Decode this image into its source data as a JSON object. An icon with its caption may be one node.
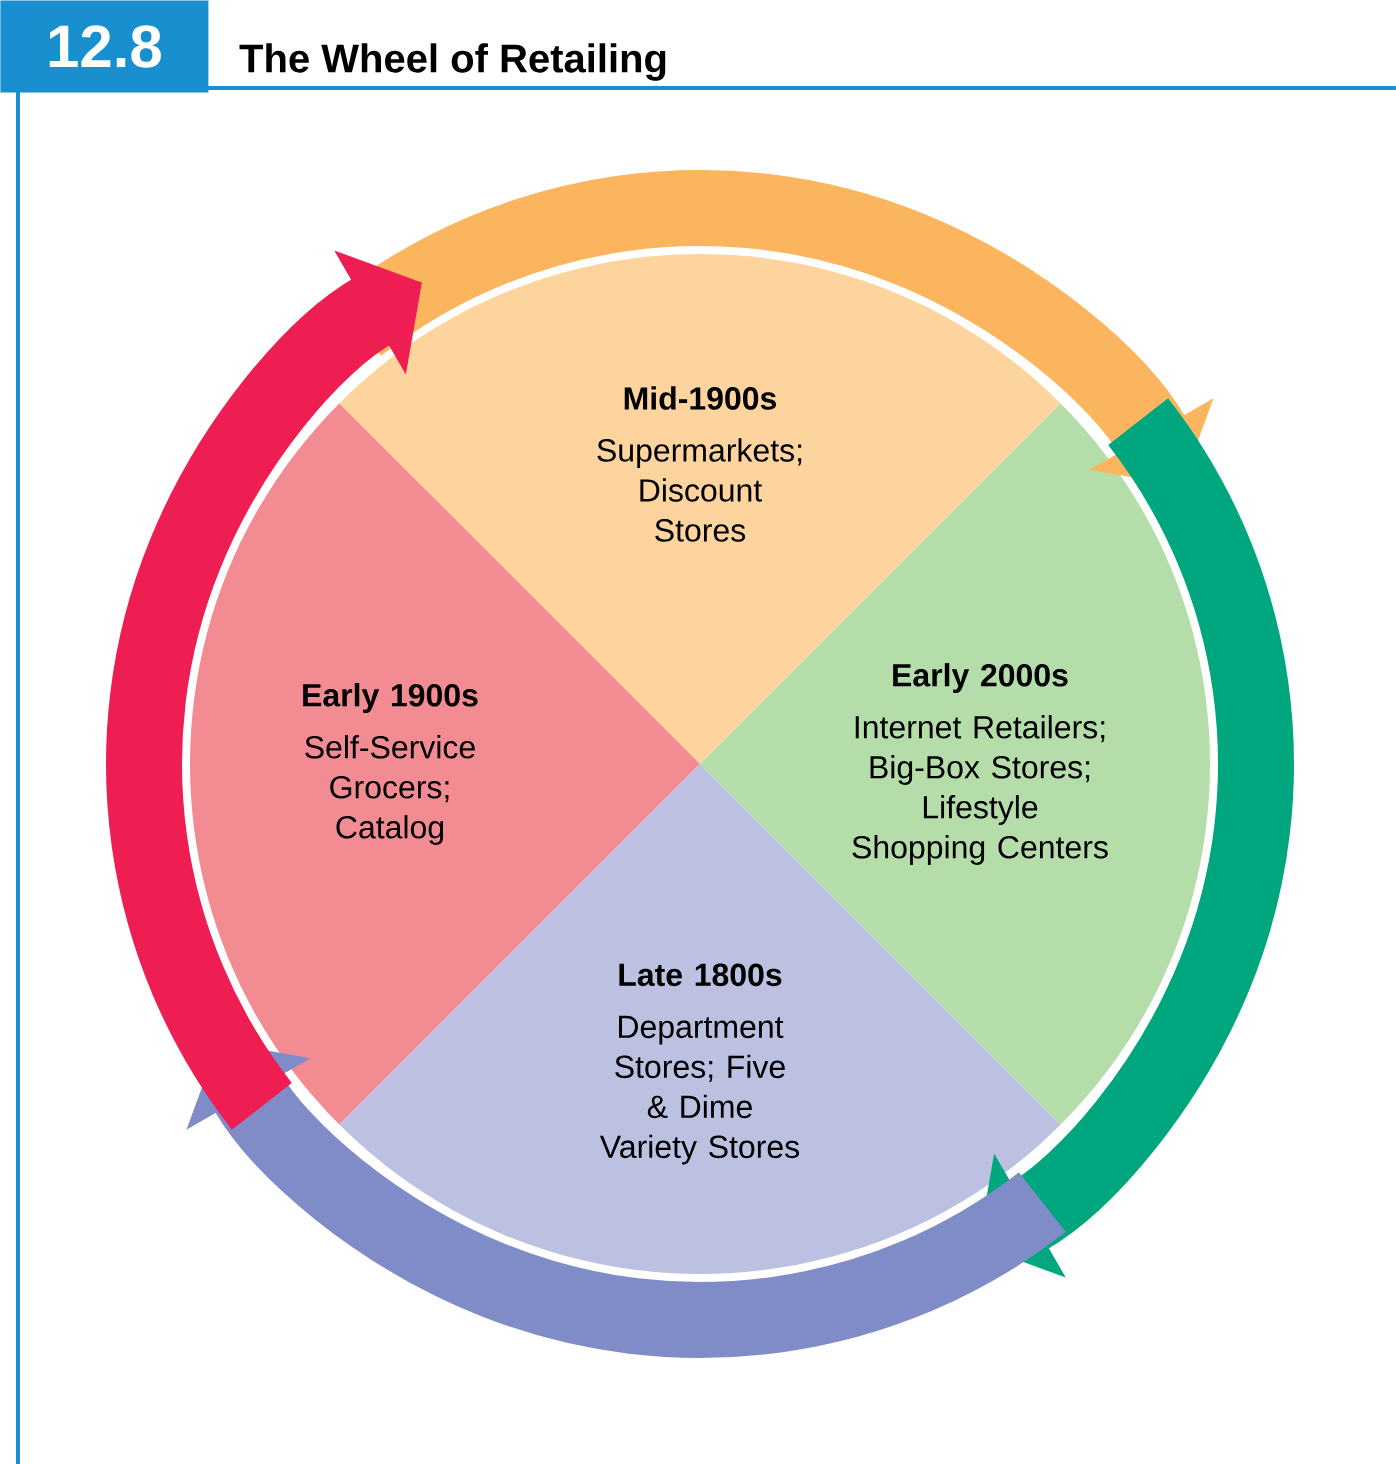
{
  "diagram": {
    "title": "The Wheel of Retailing",
    "nodes": [
      {
        "text": [
          "Mid-1900s",
          "Supermarkets; Discount Stores"
        ]
      },
      {
        "text": [
          "Early 1900s",
          "Self-Service Grocers; Catalog"
        ]
      },
      {
        "text": [
          "Early 2000s",
          "Internet Retailers; Big-Box Stores; Lifestyle Shopping Centers"
        ]
      },
      {
        "text": [
          "Late 1800s",
          "Department Stores; Five & Dime Variety Stores"
        ]
      }
    ],
    "edges": [
      {
        "from": 0,
        "to": 2,
        "arrow": "to",
        "color": "#fbb55f"
      },
      {
        "from": 2,
        "to": 3,
        "arrow": "to",
        "color": "#00a77e"
      },
      {
        "from": 3,
        "to": 1,
        "arrow": "to",
        "color": "#7f8cc8"
      },
      {
        "from": 1,
        "to": 0,
        "arrow": "to",
        "color": "#ee1d52"
      }
    ],
    "labels": [
      "12.8"
    ]
  }
}
